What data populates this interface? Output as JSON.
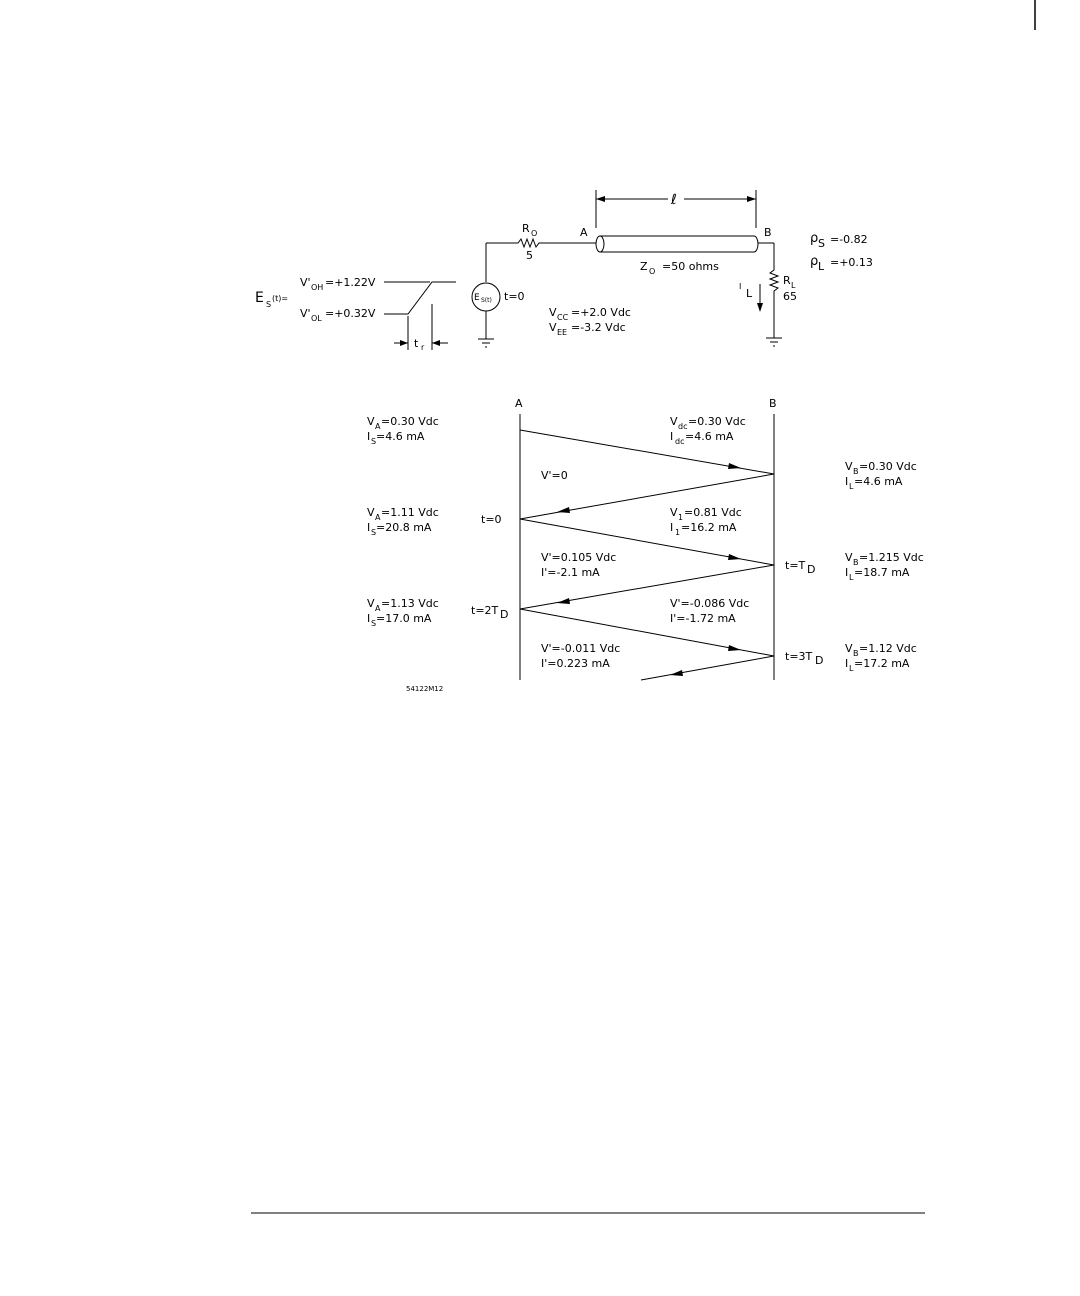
{
  "circuit": {
    "waveform": {
      "es": "E",
      "es_sub": "S",
      "es_tail": "(t)=",
      "voh_prefix": "V'",
      "voh_sub": "OH",
      "voh_value": "=+1.22V",
      "vol_prefix": "V'",
      "vol_sub": "OL",
      "vol_value": "=+0.32V",
      "tr": "t",
      "tr_sub": "r"
    },
    "source": {
      "label": "E",
      "label_sub": "S(t)",
      "time": "t=0"
    },
    "ro": {
      "label": "R",
      "sub": "O",
      "value": "5"
    },
    "node_a": "A",
    "node_b": "B",
    "length": "ℓ",
    "zo": {
      "label": "Z",
      "sub": "O",
      "value": "=50 ohms"
    },
    "rl": {
      "label": "R",
      "sub": "L",
      "value": "65"
    },
    "il": {
      "label": "I",
      "sub": "L"
    },
    "rho_s": {
      "label": "ρ",
      "sub": "S",
      "value": "=-0.82"
    },
    "rho_l": {
      "label": "ρ",
      "sub": "L",
      "value": "=+0.13"
    },
    "vcc": {
      "label": "V",
      "sub": "CC",
      "value": "=+2.0  Vdc"
    },
    "vee": {
      "label": "V",
      "sub": "EE",
      "value": "=-3.2  Vdc"
    }
  },
  "lattice": {
    "col_a": "A",
    "col_b": "B",
    "a_labels": [
      {
        "v_label": "V",
        "v_sub": "A",
        "v_value": "=0.30  Vdc",
        "i_label": "I",
        "i_sub": "S",
        "i_value": "=4.6  mA"
      },
      {
        "v_label": "V",
        "v_sub": "A",
        "v_value": "=1.11  Vdc",
        "i_label": "I",
        "i_sub": "S",
        "i_value": "=20.8  mA"
      },
      {
        "v_label": "V",
        "v_sub": "A",
        "v_value": "=1.13  Vdc",
        "i_label": "I",
        "i_sub": "S",
        "i_value": "=17.0  mA"
      }
    ],
    "b_labels": [
      {
        "v_label": "V",
        "v_sub": "B",
        "v_value": "=0.30  Vdc",
        "i_label": "I",
        "i_sub": "L",
        "i_value": "=4.6  mA"
      },
      {
        "v_label": "V",
        "v_sub": "B",
        "v_value": "=1.215  Vdc",
        "i_label": "I",
        "i_sub": "L",
        "i_value": "=18.7  mA"
      },
      {
        "v_label": "V",
        "v_sub": "B",
        "v_value": "=1.12  Vdc",
        "i_label": "I",
        "i_sub": "L",
        "i_value": "=17.2  mA"
      }
    ],
    "time_a": [
      {
        "label": "t=0",
        "sub": ""
      },
      {
        "label": "t=2T",
        "sub": "D"
      }
    ],
    "time_b": [
      {
        "label": "t=T",
        "sub": "D"
      },
      {
        "label": "t=3T",
        "sub": "D"
      }
    ],
    "wave_labels": [
      {
        "l1": "V",
        "l1_sub": "dc",
        "l1_value": "=0.30  Vdc",
        "l2": "I",
        "l2_sub": "dc",
        "l2_value": "=4.6  mA"
      },
      {
        "l1": "V'=0"
      },
      {
        "l1": "V",
        "l1_sub": "1",
        "l1_value": "=0.81  Vdc",
        "l2": "I",
        "l2_sub": "1",
        "l2_value": "=16.2  mA"
      },
      {
        "l1": "V'=0.105  Vdc",
        "l2": "I'=-2.1  mA"
      },
      {
        "l1": "V'=-0.086  Vdc",
        "l2": "I'=-1.72  mA"
      },
      {
        "l1": "V'=-0.011  Vdc",
        "l2": "I'=0.223  mA"
      }
    ]
  },
  "figure_id": "54122M12"
}
